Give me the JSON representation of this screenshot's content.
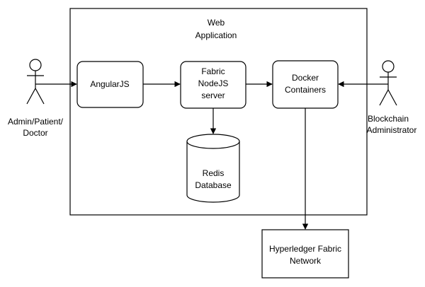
{
  "container": {
    "title_line1": "Web",
    "title_line2": "Application"
  },
  "actors": {
    "left": {
      "line1": "Admin/Patient/",
      "line2": "Doctor"
    },
    "right": {
      "line1": "Blockchain",
      "line2": "Administrator"
    }
  },
  "nodes": {
    "angular": {
      "label": "AngularJS"
    },
    "fabric_server": {
      "line1": "Fabric",
      "line2": "NodeJS",
      "line3": "server"
    },
    "docker": {
      "line1": "Docker",
      "line2": "Containers"
    },
    "redis": {
      "line1": "Redis",
      "line2": "Database"
    },
    "hyperledger": {
      "line1": "Hyperledger Fabric",
      "line2": "Network"
    }
  },
  "colors": {
    "stroke": "#000000",
    "fill": "#ffffff"
  }
}
